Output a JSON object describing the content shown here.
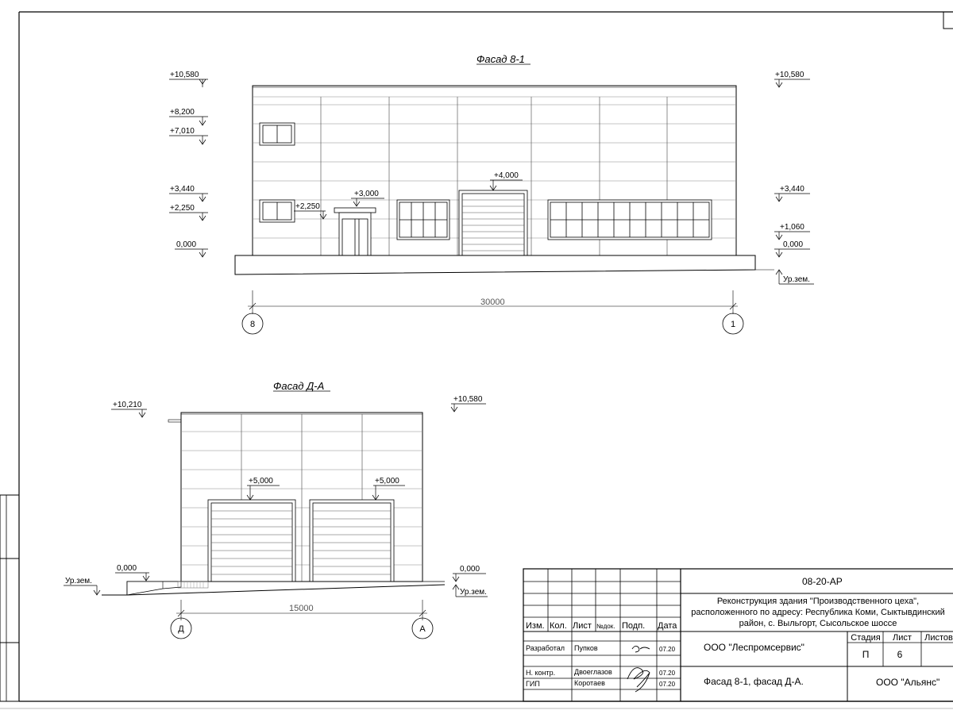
{
  "facade1": {
    "title": "Фасад 8-1",
    "marks_left": [
      "+10,580",
      "+8,200",
      "+7,010",
      "+3,440",
      "+2,250",
      "0,000"
    ],
    "marks_right": [
      "+10,580",
      "+3,440",
      "+1,060",
      "0,000"
    ],
    "inner_marks": [
      "+2,250",
      "+3,000",
      "+4,000"
    ],
    "ground_label": "Ур.зем.",
    "dimension": "30000",
    "axis_left": "8",
    "axis_right": "1"
  },
  "facade2": {
    "title": "Фасад Д-А",
    "mark_top_left": "+10,210",
    "mark_top_right": "+10,580",
    "door_marks": [
      "+5,000",
      "+5,000"
    ],
    "mark_left_ground": "0,000",
    "mark_right_ground": "0,000",
    "ground_label_left": "Ур.зем.",
    "ground_label_right": "Ур.зем.",
    "dimension": "15000",
    "axis_left": "Д",
    "axis_right": "А"
  },
  "title_block": {
    "code": "08-20-АР",
    "description": [
      "Реконструкция здания \"Производственного цеха\",",
      "расположенного по адресу: Республика Коми, Сыктывдинский",
      "район, с. Выльгорт, Сысольское шоссе"
    ],
    "headers": [
      "Изм.",
      "Кол.",
      "Лист",
      "№док.",
      "Подп.",
      "Дата"
    ],
    "roles": [
      {
        "role": "Разработал",
        "name": "Пупков",
        "date": "07.20"
      },
      {
        "role": "Н. контр.",
        "name": "Двоеглазов",
        "date": "07.20"
      },
      {
        "role": "ГИП",
        "name": "Коротаев",
        "date": "07.20"
      }
    ],
    "company_top": "ООО \"Леспромсервис\"",
    "stage_headers": [
      "Стадия",
      "Лист",
      "Листов"
    ],
    "stage": "П",
    "sheet": "6",
    "sheet_title": "Фасад 8-1, фасад Д-А.",
    "company_bottom": "ООО \"Альянс\""
  }
}
